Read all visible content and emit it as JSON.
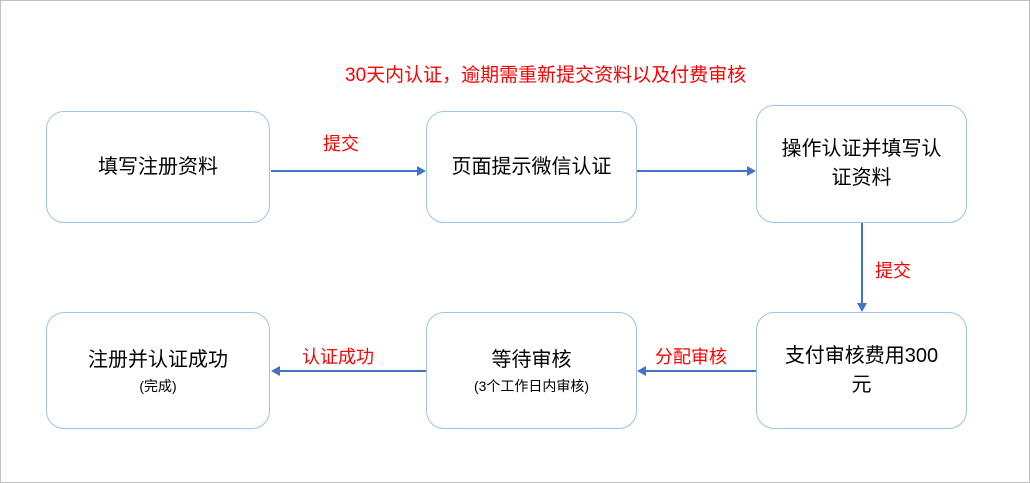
{
  "annotation": "30天内认证，逾期需重新提交资料以及付费审核",
  "nodes": {
    "fill_registration": {
      "label": "填写注册资料"
    },
    "page_prompt": {
      "label": "页面提示微信认证"
    },
    "operate_cert": {
      "label": "操作认证并填写认\n证资料"
    },
    "pay_fee": {
      "label": "支付审核费用300\n元"
    },
    "wait_review": {
      "label": "等待审核",
      "sub": "(3个工作日内审核)"
    },
    "success": {
      "label": "注册并认证成功",
      "sub": "(完成)"
    }
  },
  "edges": {
    "submit1": "提交",
    "submit2": "提交",
    "assign_review": "分配审核",
    "cert_success": "认证成功"
  },
  "colors": {
    "box_border": "#9DC3E6",
    "arrow": "#4472C4",
    "annotation_red": "#FF0000",
    "text": "#000000",
    "canvas_border": "#BFBFBF"
  }
}
